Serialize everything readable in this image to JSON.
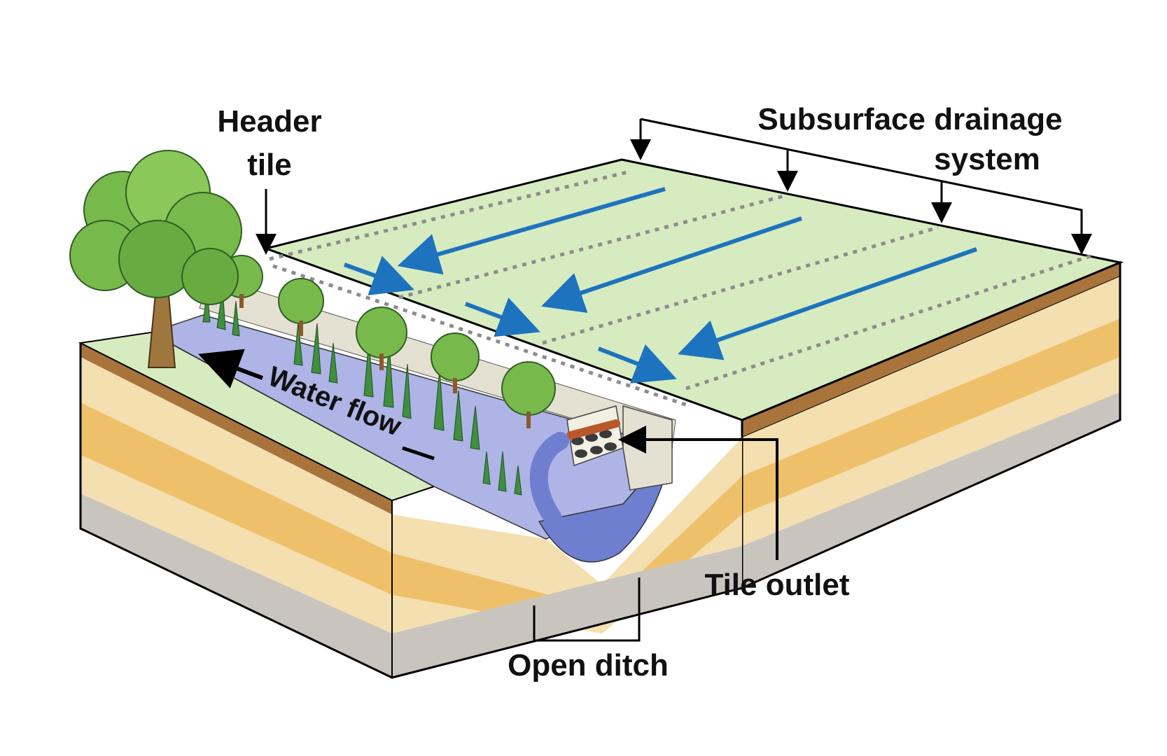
{
  "labels": {
    "header_tile_line1": "Header",
    "header_tile_line2": "tile",
    "subsurface_line1": "Subsurface drainage",
    "subsurface_line2": "system",
    "water_flow": "Water flow",
    "tile_outlet": "Tile outlet",
    "open_ditch": "Open ditch"
  },
  "colors": {
    "field_surface": "#d6ecc0",
    "topsoil_dark": "#a8743c",
    "soil_tan": "#f4dfb0",
    "soil_gold": "#efc06a",
    "bedrock_gray": "#c9c4bd",
    "ditch_water": "#aeb4e6",
    "outlet_water": "#6f7fd0",
    "flow_arrow": "#1e73be",
    "tree_green": "#78b94c",
    "grass_green": "#3f8f3f"
  },
  "icons": {
    "tree": "tree-icon",
    "grass": "grass-icon",
    "flow_arrow": "arrow-icon"
  }
}
